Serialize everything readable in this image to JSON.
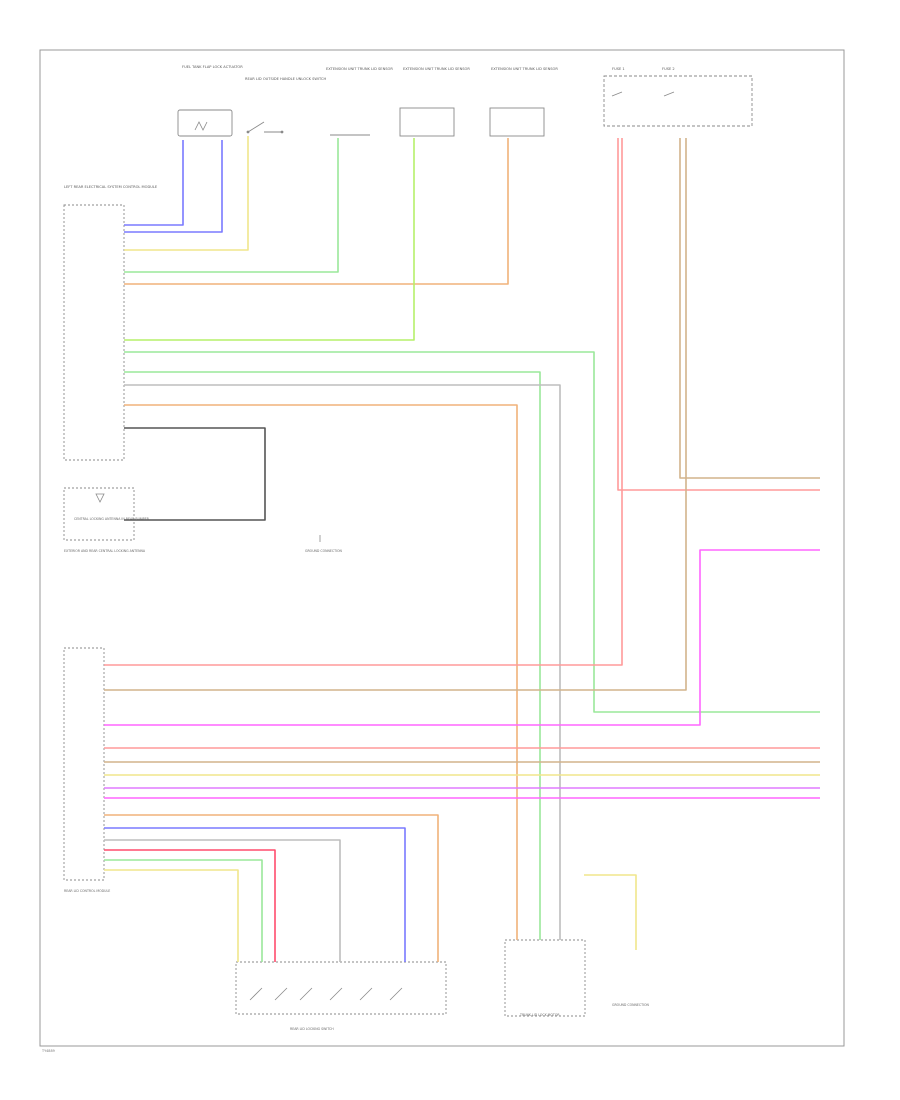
{
  "footer": {
    "code": "TY4889"
  },
  "colors": {
    "blue": "#7a7aff",
    "yellow": "#f0e68c",
    "green": "#9ae89a",
    "lightgreen": "#b6f06a",
    "orange": "#f0b27a",
    "tan": "#d2b48c",
    "pink": "#ff9a9a",
    "magenta": "#ff66ff",
    "violet": "#e07aff",
    "red": "#ff4d6d",
    "grey": "#bdbdbd",
    "black": "#555555",
    "brown": "#c8a070"
  },
  "components": {
    "fuel_tank": "FUEL TANK FLAP LOCK ACTUATOR",
    "rear_lid": "REAR LID OUTSIDE HANDLE UNLOCK SWITCH",
    "sensor_left": "EXTENSION UNIT TRUNK LID SENSOR",
    "sensor_mid": "EXTENSION UNIT TRUNK LID SENSOR",
    "sensor_right": "EXTENSION UNIT TRUNK LID SENSOR",
    "left_rear_module": "LEFT REAR ELECTRICAL SYSTEM CONTROL MODULE",
    "antenna": "CENTRAL LOCKING ANTENNA IN REAR BUMPER",
    "antenna_caption": "EXTERIOR AND REAR CENTRAL LOCKING ANTENNA",
    "ground_mid": "GROUND CONNECTION",
    "rear_lid_module": "REAR LID CONTROL MODULE",
    "motor_module": "TRUNK LID LOCK MOTOR",
    "ground_bottom": "GROUND CONNECTION",
    "switch_bottom": "REAR LID LOCKING SWITCH",
    "fuse1": "FUSE 1",
    "fuse2": "FUSE 2"
  }
}
